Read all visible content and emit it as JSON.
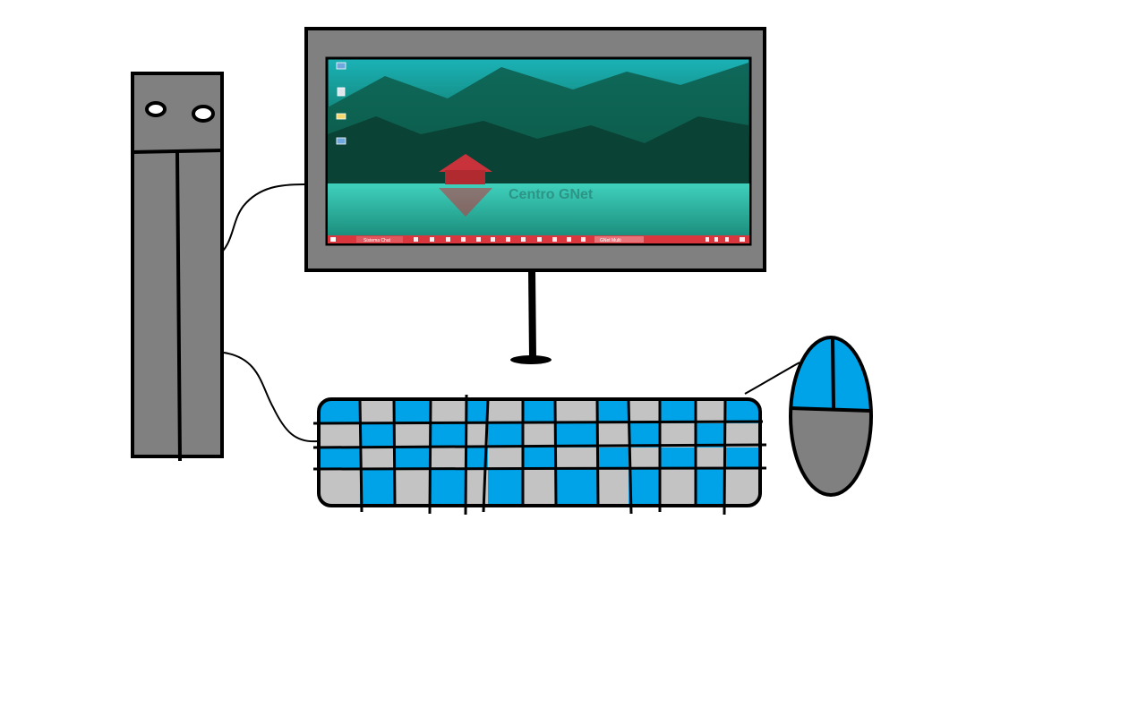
{
  "scene": {
    "description_free": true,
    "tower": {
      "body_color": "#808080",
      "outline_color": "#000000"
    },
    "monitor": {
      "bezel_color": "#808080",
      "wallpaper_watermark": "Centro GNet",
      "desktop_icons": [
        "monitor-icon",
        "recycle-bin-icon",
        "folder-icon",
        "network-icon"
      ],
      "taskbar": {
        "color": "#d9363e",
        "open_window_label": "Sistema Chat",
        "active_window_label": "GNet Multi"
      }
    },
    "keyboard": {
      "key_colors": [
        "#00a2e8",
        "#c3c3c3"
      ],
      "outline_color": "#000000"
    },
    "mouse": {
      "button_color": "#00a2e8",
      "body_color": "#808080"
    },
    "cable_color": "#000000"
  }
}
